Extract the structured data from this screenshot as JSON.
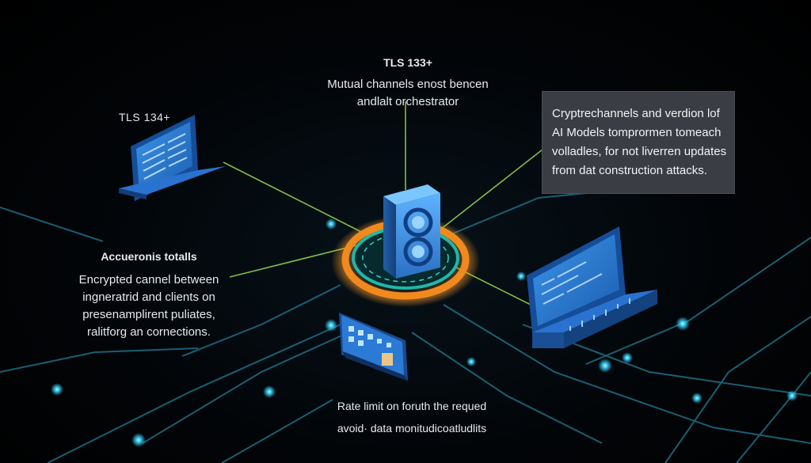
{
  "top_label": {
    "title": "TLS 133+",
    "lines": [
      "Mutual channels enost bencen",
      "andlalt orchestrator"
    ]
  },
  "left_tls_label": "TLS 134+",
  "left_label": {
    "title": "Accueronis totalls",
    "lines": [
      "Encrypted cannel between",
      "ingneratrid and clients on",
      "presenamplirent puliates,",
      "ralitforg an cornections."
    ]
  },
  "info_box": {
    "lines": [
      "Cryptrechannels and verdion lof",
      "AI Models tomprormen tomeach",
      "volladles, for not liverren updates",
      "from dat construction attacks."
    ]
  },
  "bottom_label": {
    "lines": [
      "Rate limit on foruth the requed",
      "avoid· data monitudicoatludlits"
    ]
  },
  "colors": {
    "background": "#000000",
    "line_cyan": "#1e6f86",
    "line_green": "#8fd14a",
    "server_blue": "#3a8fe0",
    "ring_orange": "#f08a1e",
    "ring_teal": "#1fb8a8",
    "info_box_bg": "#3a3e44",
    "node_glow": "#35d6ff"
  }
}
